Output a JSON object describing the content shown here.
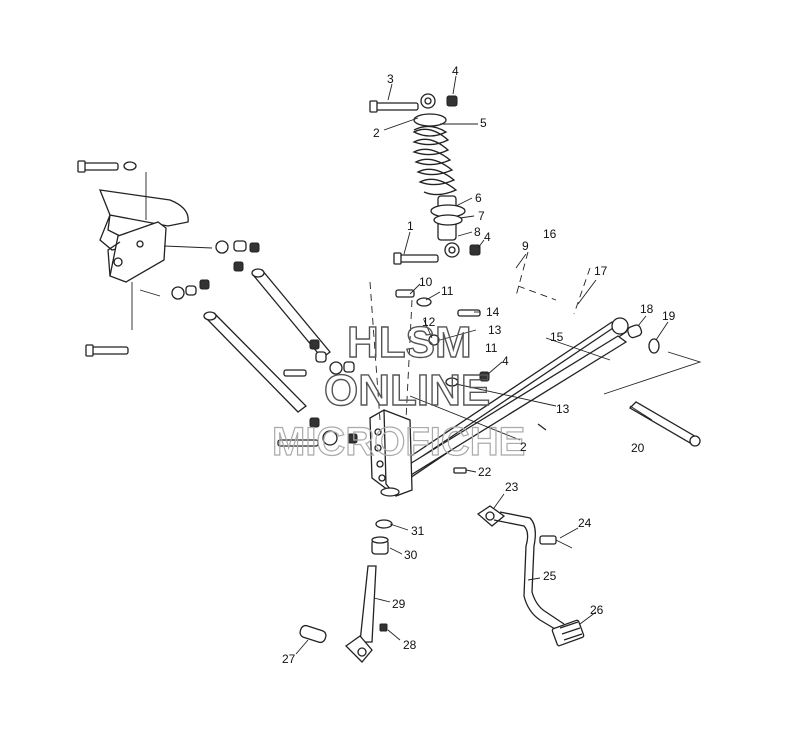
{
  "watermark": {
    "line1": "HLSM",
    "line2": "ONLINE",
    "line3": "MICROFICHE"
  },
  "callouts": [
    {
      "id": "c3a",
      "text": "3"
    },
    {
      "id": "c4a",
      "text": "4"
    },
    {
      "id": "c2a",
      "text": "2"
    },
    {
      "id": "c5",
      "text": "5"
    },
    {
      "id": "c6",
      "text": "6"
    },
    {
      "id": "c7",
      "text": "7"
    },
    {
      "id": "c8",
      "text": "8"
    },
    {
      "id": "c1",
      "text": "1"
    },
    {
      "id": "c4b",
      "text": "4"
    },
    {
      "id": "c9",
      "text": "9"
    },
    {
      "id": "c16",
      "text": "16"
    },
    {
      "id": "c17",
      "text": "17"
    },
    {
      "id": "c10",
      "text": "10"
    },
    {
      "id": "c11a",
      "text": "11"
    },
    {
      "id": "c14",
      "text": "14"
    },
    {
      "id": "c12",
      "text": "12"
    },
    {
      "id": "c13a",
      "text": "13"
    },
    {
      "id": "c11b",
      "text": "11"
    },
    {
      "id": "c15",
      "text": "15"
    },
    {
      "id": "c18",
      "text": "18"
    },
    {
      "id": "c19",
      "text": "19"
    },
    {
      "id": "c4c",
      "text": "4"
    },
    {
      "id": "c13b",
      "text": "13"
    },
    {
      "id": "c20",
      "text": "20"
    },
    {
      "id": "c2b",
      "text": "2"
    },
    {
      "id": "c22",
      "text": "22"
    },
    {
      "id": "c23",
      "text": "23"
    },
    {
      "id": "c24",
      "text": "24"
    },
    {
      "id": "c31",
      "text": "31"
    },
    {
      "id": "c30",
      "text": "30"
    },
    {
      "id": "c25",
      "text": "25"
    },
    {
      "id": "c29",
      "text": "29"
    },
    {
      "id": "c26",
      "text": "26"
    },
    {
      "id": "c28",
      "text": "28"
    },
    {
      "id": "c27",
      "text": "27"
    }
  ]
}
